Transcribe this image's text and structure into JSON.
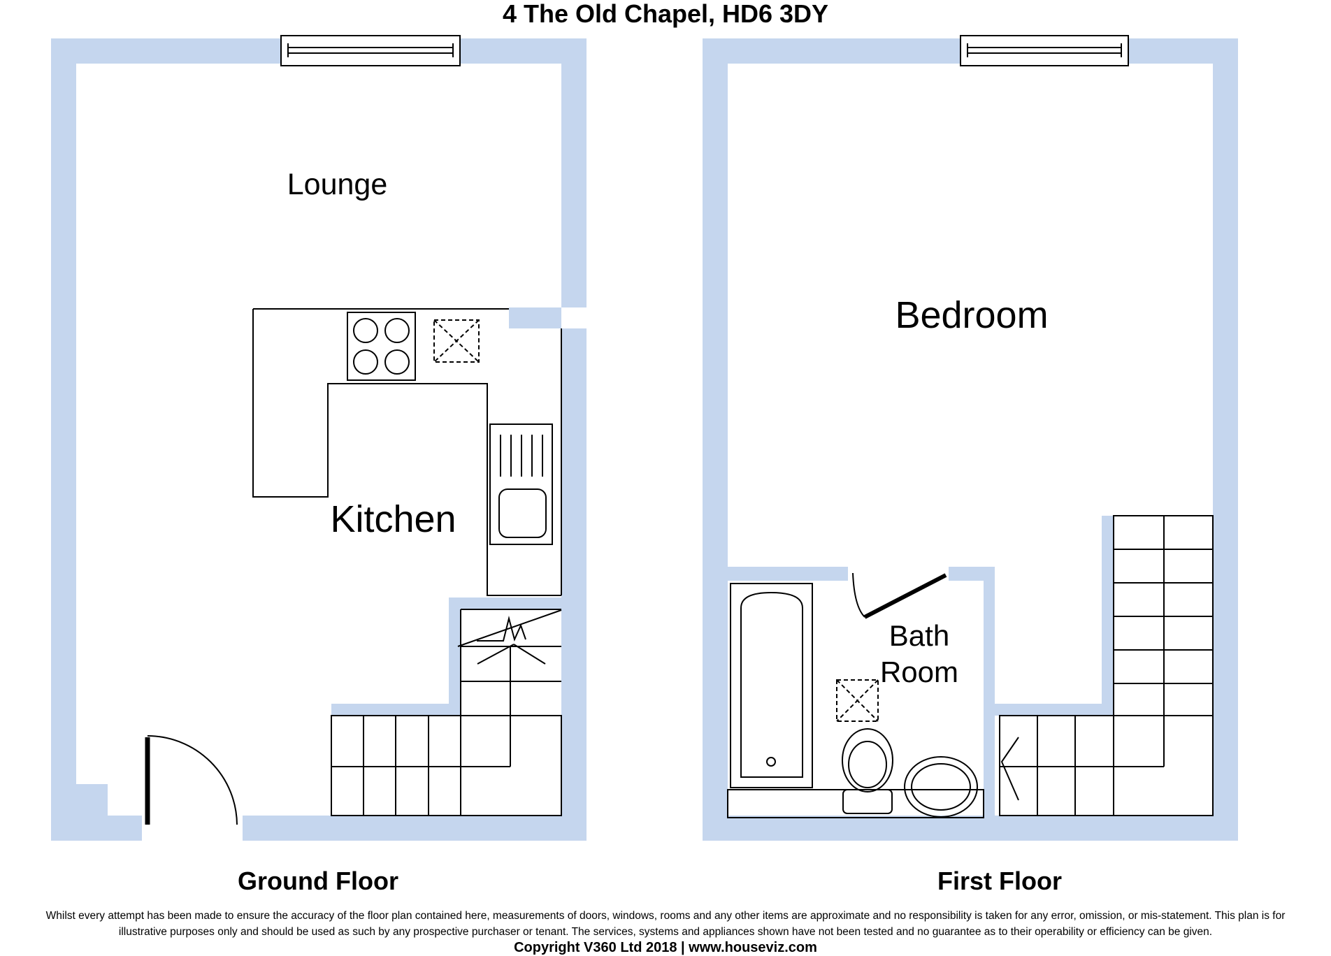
{
  "title": "4 The Old Chapel, HD6 3DY",
  "floors": {
    "ground": {
      "label": "Ground Floor",
      "rooms": {
        "lounge": "Lounge",
        "kitchen": "Kitchen"
      }
    },
    "first": {
      "label": "First Floor",
      "rooms": {
        "bedroom": "Bedroom",
        "bathroom": [
          "Bath",
          "Room"
        ]
      }
    }
  },
  "footer": {
    "disclaimer_line1": "Whilst every attempt has been made to ensure the accuracy of the floor plan contained here, measurements of doors, windows, rooms and any other items are approximate and no responsibility is taken for any error, omission, or mis-statement. This plan is for",
    "disclaimer_line2": "illustrative purposes only and should be used as such by any prospective purchaser or tenant. The services, systems and appliances shown have not been tested and no guarantee as to their operability or efficiency can be given.",
    "copyright": "Copyright V360 Ltd 2018 | www.houseviz.com"
  },
  "colors": {
    "wall": "#c5d6ee",
    "line": "#000000",
    "background": "#ffffff"
  }
}
